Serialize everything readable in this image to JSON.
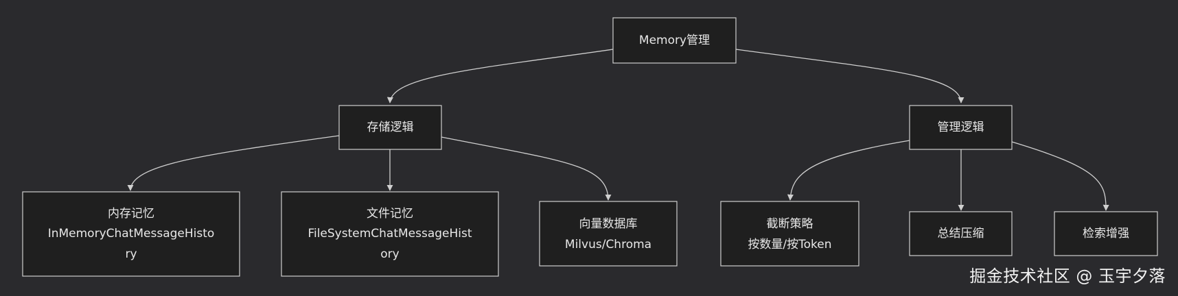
{
  "diagram": {
    "root": {
      "lines": [
        "Memory管理"
      ]
    },
    "storage": {
      "lines": [
        "存储逻辑"
      ]
    },
    "management": {
      "lines": [
        "管理逻辑"
      ]
    },
    "in_memory": {
      "lines": [
        "内存记忆",
        "InMemoryChatMessageHisto",
        "ry"
      ]
    },
    "file_memory": {
      "lines": [
        "文件记忆",
        "FileSystemChatMessageHist",
        "ory"
      ]
    },
    "vector_db": {
      "lines": [
        "向量数据库",
        "Milvus/Chroma"
      ]
    },
    "truncation": {
      "lines": [
        "截断策略",
        "按数量/按Token"
      ]
    },
    "summary": {
      "lines": [
        "总结压缩"
      ]
    },
    "retrieval": {
      "lines": [
        "检索增强"
      ]
    }
  },
  "watermark": "掘金技术社区 @ 玉宇夕落"
}
